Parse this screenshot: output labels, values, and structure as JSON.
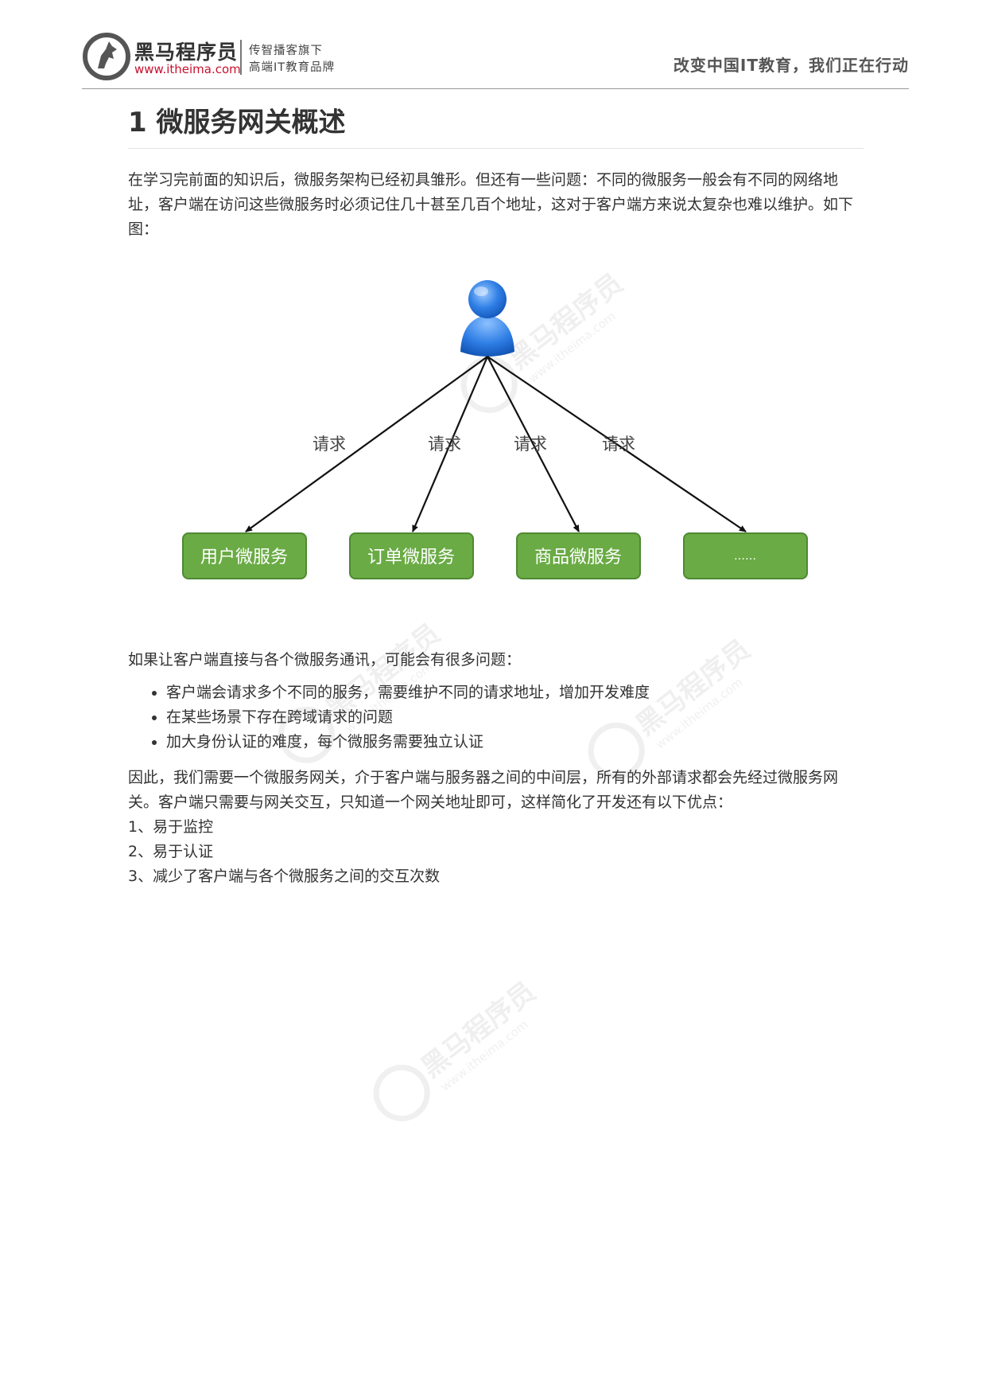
{
  "header": {
    "brand_cn": "黑马程序员",
    "brand_url": "www.itheima.com",
    "sub_line1": "传智播客旗下",
    "sub_line2": "高端IT教育品牌",
    "slogan": "改变中国IT教育，我们正在行动"
  },
  "section": {
    "title": "1 微服务网关概述",
    "intro": "在学习完前面的知识后，微服务架构已经初具雏形。但还有一些问题：不同的微服务一般会有不同的网络地址，客户端在访问这些微服务时必须记住几十甚至几百个地址，这对于客户端方来说太复杂也难以维护。如下图：",
    "problem_lead": "如果让客户端直接与各个微服务通讯，可能会有很多问题：",
    "problems": [
      "客户端会请求多个不同的服务，需要维护不同的请求地址，增加开发难度",
      "在某些场景下存在跨域请求的问题",
      "加大身份认证的难度，每个微服务需要独立认证"
    ],
    "solution": "因此，我们需要一个微服务网关，介于客户端与服务器之间的中间层，所有的外部请求都会先经过微服务网关。客户端只需要与网关交互，只知道一个网关地址即可，这样简化了开发还有以下优点：",
    "advantages": [
      "1、易于监控",
      "2、易于认证",
      "3、减少了客户端与各个微服务之间的交互次数"
    ]
  },
  "diagram": {
    "edge_label": "请求",
    "services": [
      "用户微服务",
      "订单微服务",
      "商品微服务",
      "……"
    ],
    "colors": {
      "box_fill": "#6aab45",
      "box_border": "#4e8a32",
      "user_blue": "#2f7fe6"
    }
  },
  "watermark": {
    "brand": "黑马程序员",
    "url": "www.itheima.com"
  }
}
